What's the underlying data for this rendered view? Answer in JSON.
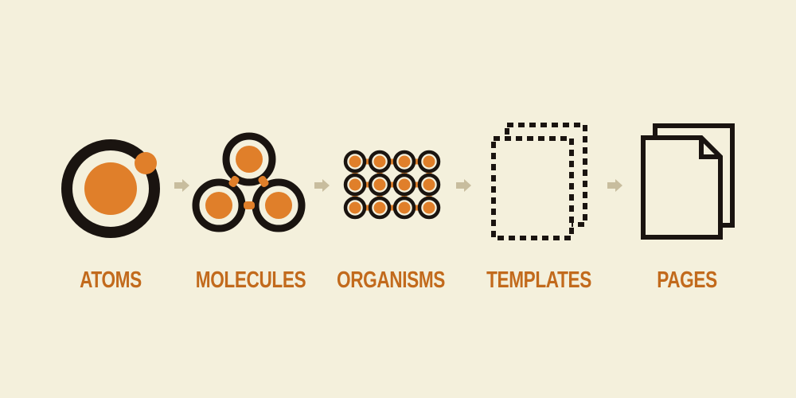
{
  "stages": [
    {
      "id": "atoms",
      "label": "ATOMS",
      "icon": "atom-icon"
    },
    {
      "id": "molecules",
      "label": "MOLECULES",
      "icon": "molecule-icon"
    },
    {
      "id": "organisms",
      "label": "ORGANISMS",
      "icon": "organism-icon"
    },
    {
      "id": "templates",
      "label": "TEMPLATES",
      "icon": "template-icon"
    },
    {
      "id": "pages",
      "label": "PAGES",
      "icon": "pages-icon"
    }
  ],
  "connectors": [
    "arrow-icon",
    "arrow-icon",
    "arrow-icon",
    "arrow-icon"
  ],
  "colors": {
    "background": "#f4f0dc",
    "ink": "#1a1410",
    "accent": "#e07f2a",
    "label": "#c26a1c",
    "arrow": "#c8bd9e"
  }
}
